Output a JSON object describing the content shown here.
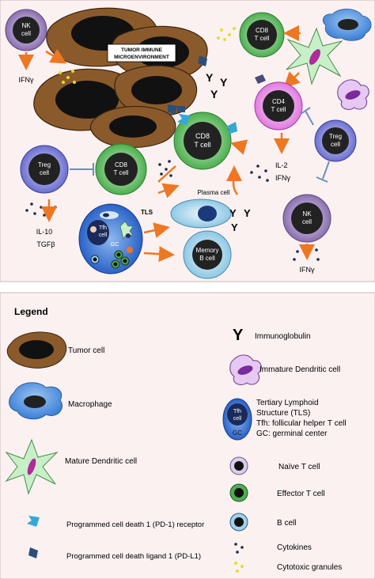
{
  "diagram": {
    "center_label_line1": "TUMOR IMMUNE",
    "center_label_line2": "MICROENVIRONMENT",
    "nk_top": {
      "line1": "NK",
      "line2": "cell",
      "out": "IFNγ"
    },
    "cd8_top": {
      "line1": "CD8",
      "line2": "T cell"
    },
    "cd4": {
      "line1": "CD4",
      "line2": "T cell"
    },
    "treg_right": {
      "line1": "Treg",
      "line2": "cell"
    },
    "cd8_center": {
      "line1": "CD8",
      "line2": "T cell"
    },
    "cd8_left": {
      "line1": "CD8",
      "line2": "T cell"
    },
    "treg_left": {
      "line1": "Treg",
      "line2": "cell",
      "out1": "IL-10",
      "out2": "TGFβ"
    },
    "il2": "IL-2",
    "ifng_mid": "IFNγ",
    "plasma": "Plasma cell",
    "memory": {
      "line1": "Memory",
      "line2": "B cell"
    },
    "tls_label": "TLS",
    "tls_tfh1": "Tfh",
    "tls_tfh2": "cell",
    "tls_gc": "GC",
    "nk_right": {
      "line1": "NK",
      "line2": "cell",
      "out": "IFNγ"
    },
    "ig_symbol": "Y"
  },
  "legend": {
    "title": "Legend",
    "tumor": "Tumor cell",
    "macrophage": "Macrophage",
    "mature_dc": "Mature Dendritic cell",
    "pd1": "Programmed cell death 1 (PD-1) receptor",
    "pdl1": "Programmed cell death ligand 1 (PD-L1)",
    "ig_symbol": "Y",
    "ig": "Immunoglobulin",
    "immature_dc": "Immature Dendritic cell",
    "tls_line1": "Tertiary Lymphoid",
    "tls_line2": "Structure (TLS)",
    "tls_line3": "Tfh: follicular helper T cell",
    "tls_line4": "GC: germinal center",
    "tls_icon_tfh": "Tfh",
    "tls_icon_cell": "cell",
    "tls_icon_gc": "GC",
    "naive": "Naïve T cell",
    "effector": "Effector T cell",
    "bcell": "B cell",
    "cytokines": "Cytokines",
    "granules": "Cytotoxic granules"
  },
  "colors": {
    "background_top": "#fbf1f1",
    "tumor": "#8b5a2b",
    "nucleus": "#111111",
    "nk": "#8a6fb0",
    "cd8": "#4caf50",
    "cd4": "#e07be0",
    "treg": "#6a6fd0",
    "arrow": "#ee7722",
    "inhibit": "#6b8fbf",
    "macrophage": "#4f8fe0",
    "dc": "#c8f0c8",
    "pd1": "#34a8d8",
    "pdl1": "#2b4f7a",
    "bcell": "#9fd2ea"
  }
}
